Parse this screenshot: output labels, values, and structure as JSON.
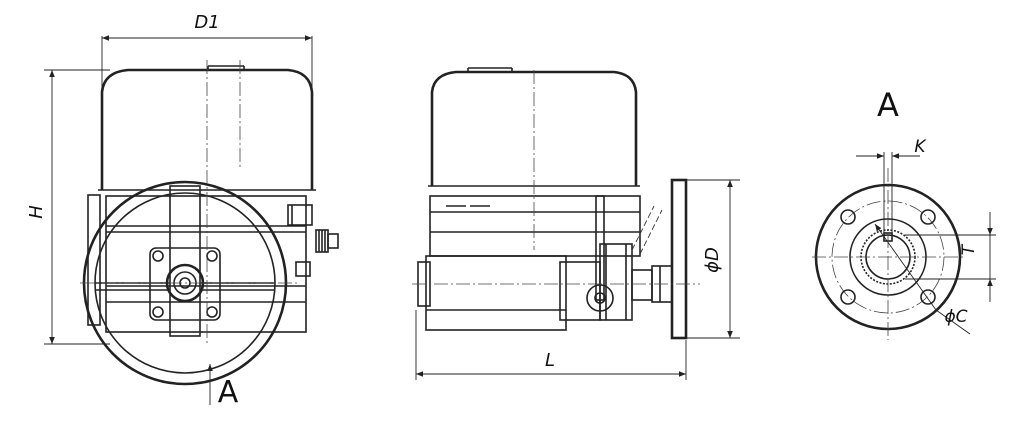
{
  "labels": {
    "d1": "D1",
    "h": "H",
    "l": "L",
    "phi_d": "ϕD",
    "k": "K",
    "t": "T",
    "phi_c": "ϕC",
    "view_arrow": "A",
    "view_title": "A"
  }
}
